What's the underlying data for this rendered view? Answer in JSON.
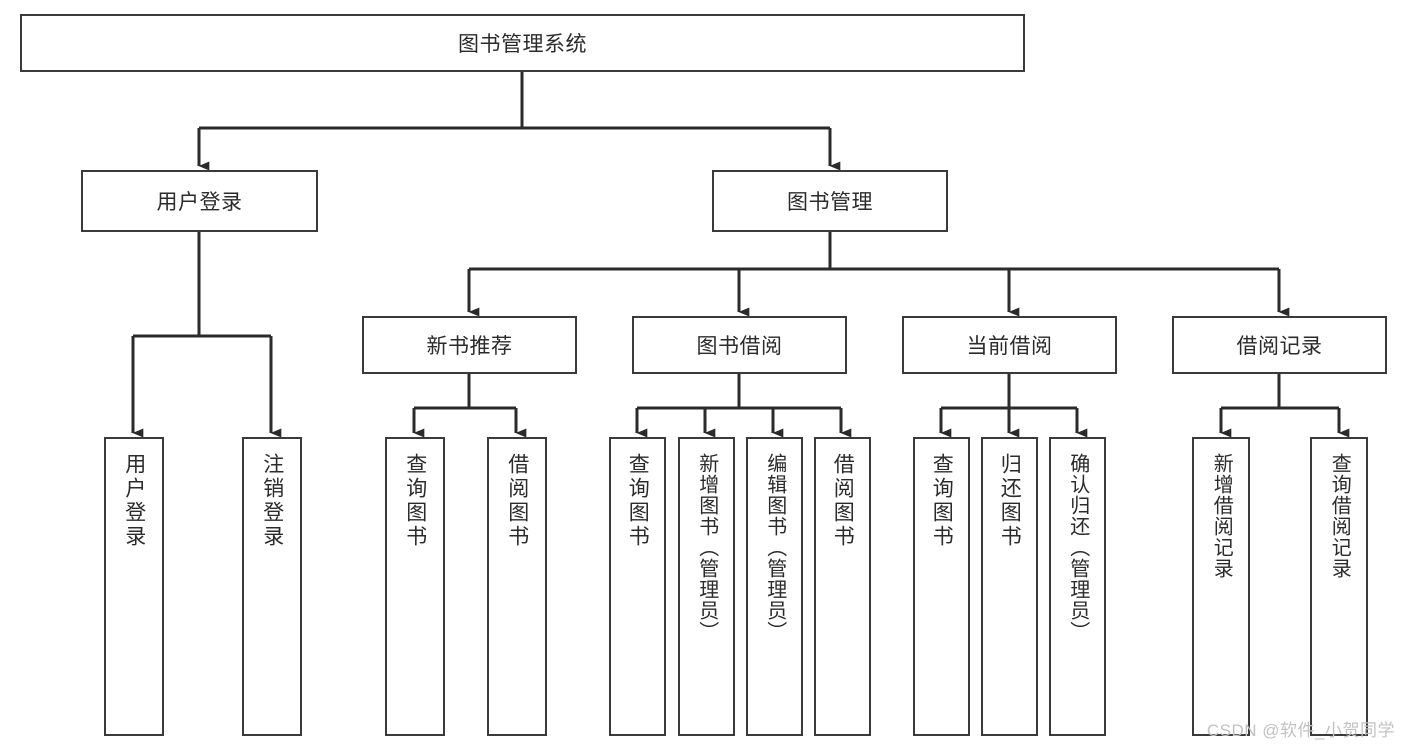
{
  "diagram": {
    "type": "tree",
    "title": "图书管理系统",
    "colors": {
      "background": "#ffffff",
      "node_fill": "#ffffff",
      "node_border": "#3a3a3a",
      "edge": "#2b2b2b",
      "text": "#2b2b2b",
      "watermark": "#c2c2c2"
    },
    "root": {
      "label": "图书管理系统"
    },
    "level1": [
      {
        "id": "user-login",
        "label": "用户登录"
      },
      {
        "id": "book-management",
        "label": "图书管理"
      }
    ],
    "level2": [
      {
        "id": "new-book-recommend",
        "label": "新书推荐",
        "parent": "book-management"
      },
      {
        "id": "book-borrow",
        "label": "图书借阅",
        "parent": "book-management"
      },
      {
        "id": "current-borrow",
        "label": "当前借阅",
        "parent": "book-management"
      },
      {
        "id": "borrow-record",
        "label": "借阅记录",
        "parent": "book-management"
      }
    ],
    "leaves": {
      "user-login": [
        {
          "id": "leaf-user-login",
          "label": "用户登录"
        },
        {
          "id": "leaf-user-logout",
          "label": "注销登录"
        }
      ],
      "new-book-recommend": [
        {
          "id": "leaf-query-book-1",
          "label": "查询图书"
        },
        {
          "id": "leaf-borrow-book-1",
          "label": "借阅图书"
        }
      ],
      "book-borrow": [
        {
          "id": "leaf-query-book-2",
          "label": "查询图书"
        },
        {
          "id": "leaf-add-book",
          "label": "新增图书（管理员）"
        },
        {
          "id": "leaf-edit-book",
          "label": "编辑图书（管理员）"
        },
        {
          "id": "leaf-borrow-book-2",
          "label": "借阅图书"
        }
      ],
      "current-borrow": [
        {
          "id": "leaf-query-book-3",
          "label": "查询图书"
        },
        {
          "id": "leaf-return-book",
          "label": "归还图书"
        },
        {
          "id": "leaf-confirm-return",
          "label": "确认归还（管理员）"
        }
      ],
      "borrow-record": [
        {
          "id": "leaf-add-record",
          "label": "新增借阅记录"
        },
        {
          "id": "leaf-query-record",
          "label": "查询借阅记录"
        }
      ]
    }
  },
  "watermark": {
    "text": "CSDN @软件_小贺同学"
  }
}
